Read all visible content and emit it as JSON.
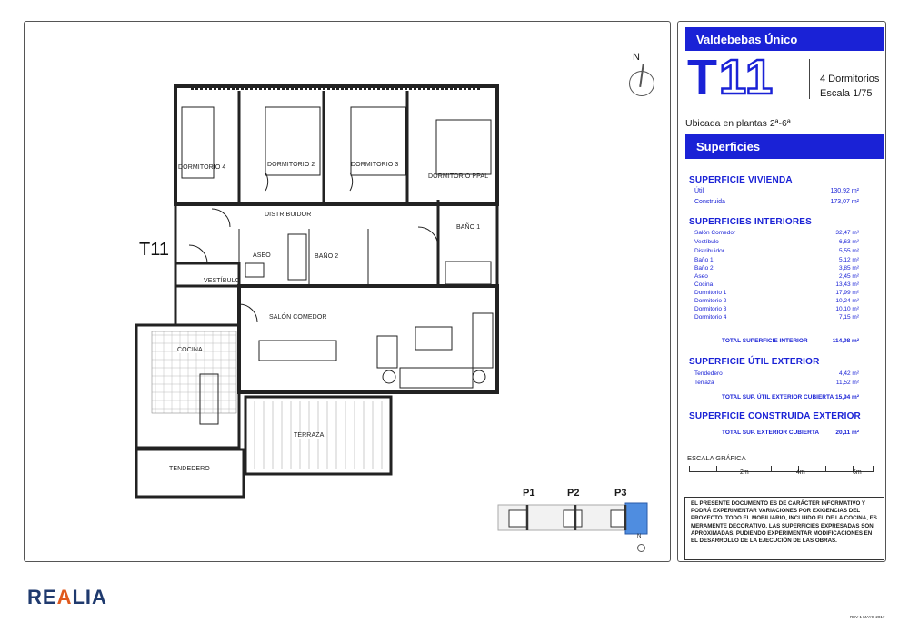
{
  "plan": {
    "unit_label": "T11",
    "north": "N",
    "rooms": {
      "dormitorio4": "DORMITORIO 4",
      "dormitorio2": "DORMITORIO 2",
      "dormitorio3": "DORMITORIO 3",
      "dormitorio_ppal": "DORMITORIO PPAL",
      "distribuidor": "DISTRIBUIDOR",
      "bano1": "BAÑO 1",
      "aseo": "ASEO",
      "bano2": "BAÑO 2",
      "vestibulo": "VESTÍBULO",
      "salon": "SALÓN COMEDOR",
      "cocina": "COCINA",
      "terraza": "TERRAZA",
      "tendedero": "TENDEDERO"
    },
    "key_plan": {
      "labels": [
        "P1",
        "P2",
        "P3"
      ],
      "north": "N",
      "highlight_color": "#4f8de0"
    }
  },
  "header": {
    "project": "Valdebebas Único",
    "type_code": "T",
    "type_number": "11",
    "rooms_count": "4 Dormitorios",
    "scale": "Escala 1/75",
    "location": "Ubicada en plantas 2ª-6ª",
    "brand_color": "#1a22d6"
  },
  "surfaces": {
    "title": "Superficies",
    "vivienda": {
      "heading": "SUPERFICIE VIVIENDA",
      "rows": [
        {
          "label": "Útil",
          "value": "130,92 m²"
        },
        {
          "label": "Construida",
          "value": "173,07 m²"
        }
      ]
    },
    "interiores": {
      "heading": "SUPERFICIES INTERIORES",
      "rows": [
        {
          "label": "Salón Comedor",
          "value": "32,47 m²"
        },
        {
          "label": "Vestíbulo",
          "value": "6,63 m²"
        },
        {
          "label": "Distribuidor",
          "value": "5,55 m²"
        },
        {
          "label": "Baño 1",
          "value": "5,12 m²"
        },
        {
          "label": "Baño 2",
          "value": "3,85 m²"
        },
        {
          "label": "Aseo",
          "value": "2,45 m²"
        },
        {
          "label": "Cocina",
          "value": "13,43 m²"
        },
        {
          "label": "Dormitorio 1",
          "value": "17,99 m²"
        },
        {
          "label": "Dormitorio 2",
          "value": "10,24 m²"
        },
        {
          "label": "Dormitorio 3",
          "value": "10,10 m²"
        },
        {
          "label": "Dormitorio 4",
          "value": "7,15 m²"
        }
      ],
      "total_label": "TOTAL SUPERFICIE INTERIOR",
      "total_value": "114,98 m²"
    },
    "util_exterior": {
      "heading": "SUPERFICIE ÚTIL EXTERIOR",
      "rows": [
        {
          "label": "Tendedero",
          "value": "4,42 m²"
        },
        {
          "label": "Terraza",
          "value": "11,52 m²"
        }
      ],
      "total_label": "TOTAL SUP. ÚTIL EXTERIOR CUBIERTA",
      "total_value": "15,94 m²"
    },
    "construida_exterior": {
      "heading": "SUPERFICIE CONSTRUIDA EXTERIOR",
      "total_label": "TOTAL SUP.  EXTERIOR CUBIERTA",
      "total_value": "20,11 m²"
    }
  },
  "scale_bar": {
    "label": "ESCALA GRÁFICA",
    "ticks": [
      "2m",
      "4m",
      "6m"
    ]
  },
  "disclaimer": "El presente documento es de carácter informativo y podrá experimentar variaciones por exigencias del proyecto. Todo el mobiliario, incluido el de la cocina, es meramente decorativo. Las superficies expresadas son aproximadas, pudiendo experimentar modificaciones en el desarrollo de la ejecución de las obras.",
  "footer": {
    "logo_a": "RE",
    "logo_b": "A",
    "logo_c": "LIA",
    "logo_accent": "#e05a1e",
    "revision": "REV 1   MAYO 2017"
  }
}
